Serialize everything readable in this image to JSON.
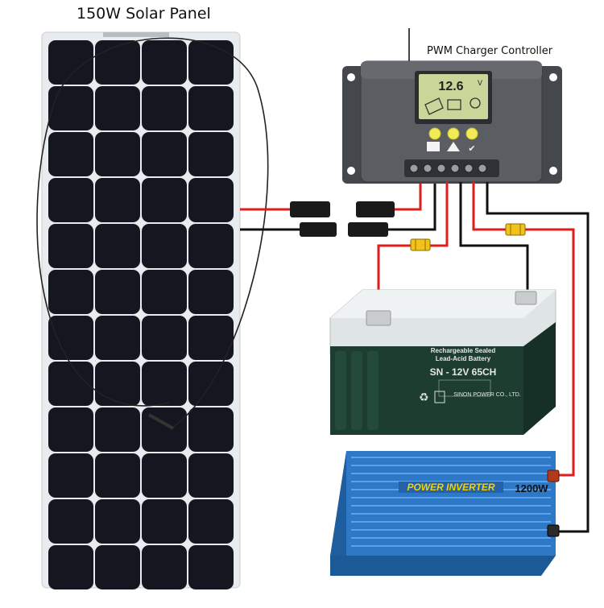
{
  "labels": {
    "panel_title": "150W  Solar Panel",
    "controller_title": "PWM Charger Controller"
  },
  "controller": {
    "lcd_value": "12.6",
    "lcd_unit": "V"
  },
  "battery": {
    "line1": "Rechargeable Sealed",
    "line2": "Lead-Acid Battery",
    "model": "SN - 12V 65CH",
    "maker": "SINON POWER CO., LTD."
  },
  "inverter": {
    "brand": "POWER INVERTER",
    "rating": "1200W"
  },
  "colors": {
    "panel_bg": "#e9ecef",
    "cell": "#14171f",
    "controller_body": "#55585c",
    "lcd": "#c9d69a",
    "battery_body": "#1e3d31",
    "battery_lid": "#e8ecec",
    "inverter_body": "#2d79c7",
    "wire_red": "#e01c1c",
    "wire_black": "#111111",
    "fuse": "#f2c21b"
  }
}
